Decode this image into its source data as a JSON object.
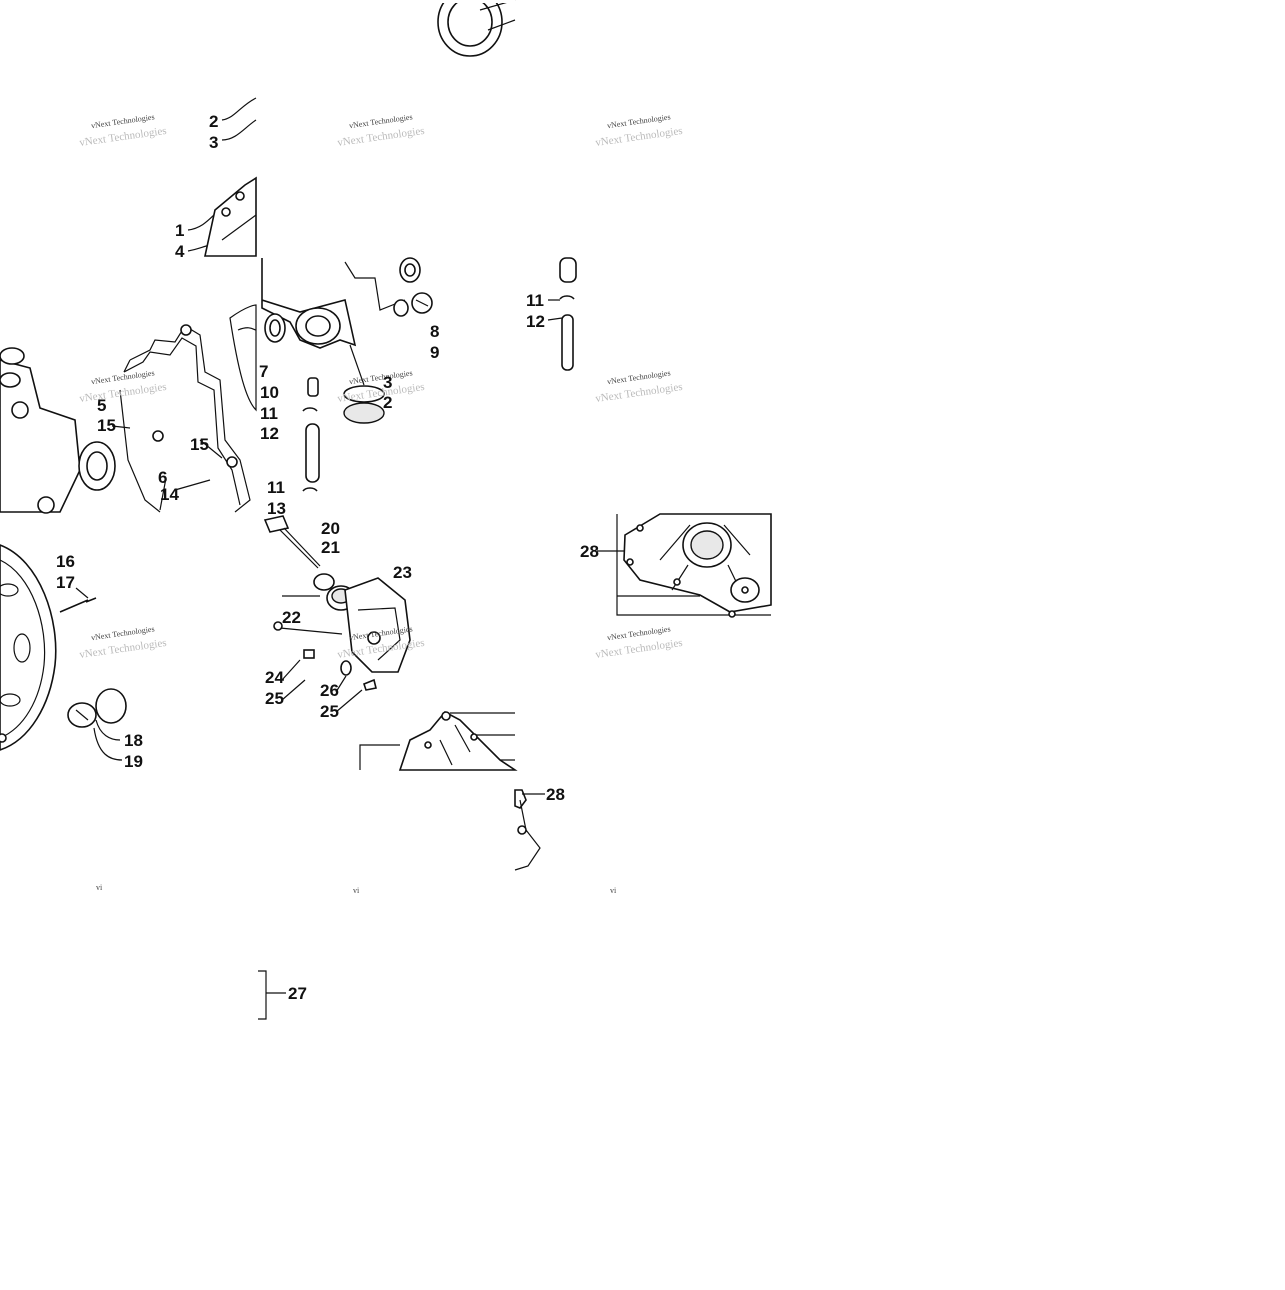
{
  "diagram": {
    "callouts": [
      "1",
      "2",
      "3",
      "4",
      "5",
      "6",
      "7",
      "8",
      "9",
      "10",
      "11",
      "12",
      "13",
      "14",
      "15",
      "16",
      "17",
      "18",
      "19",
      "20",
      "21",
      "22",
      "23",
      "24",
      "25",
      "26",
      "27",
      "28"
    ],
    "watermark": "vNext Technologies",
    "watermark_fragment": "vi"
  }
}
